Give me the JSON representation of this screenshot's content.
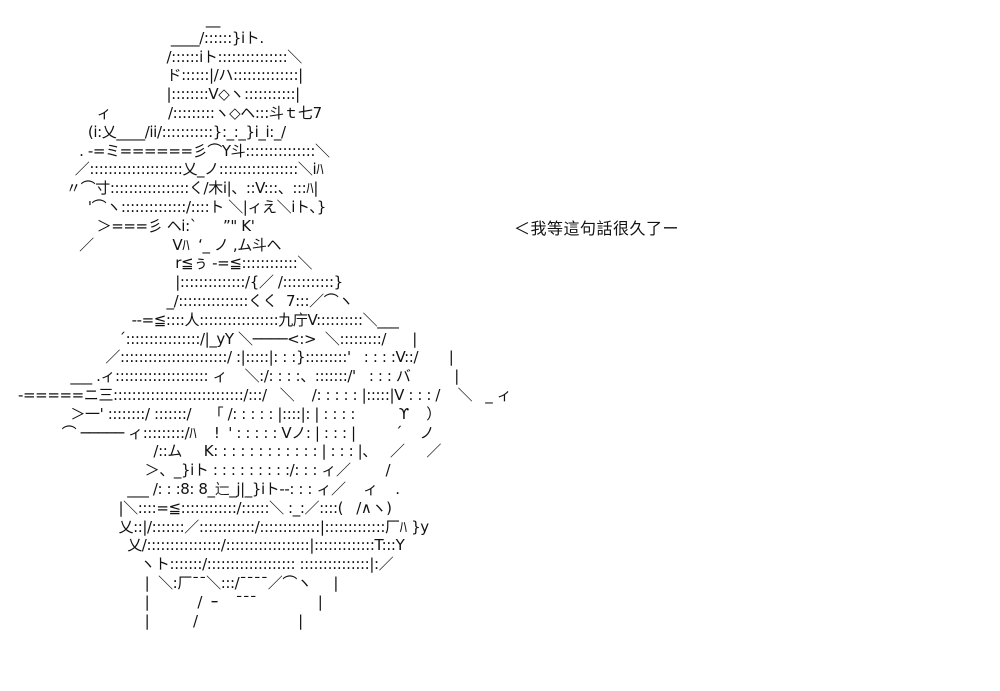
{
  "art": {
    "lines": [
      "                                           __",
      "                                   ____/::::::}iト.",
      "                                  /::::::iト:::::::::::::::＼",
      "                                  ド::::::|/ハ::::::::::::::|",
      "                                  |::::::::V◇ヽ:::::::::::|",
      "                  ィ             /:::::::::ヽ◇ヘ:::斗ｔ七7",
      "                (i:乂____/ii/:::::::::::}:_:_}i_i:_/",
      "              . -=ミ======彡⌒Y斗:::::::::::::::＼",
      "             ／::::::::::::::::::::乂_ノ:::::::::::::::::＼iﾊ",
      "           〃⌒寸:::::::::::::::::く/木i|、::V:::、:::ﾊ|",
      "                '⌒ヽ::::::::::::::/::::ト ＼|ィえ＼iト､}",
      "                  ＞===彡 ヘi:`      ”\" K'",
      "              ／                  Vﾊ  ‘_ ノ ,ム斗ヘ",
      "                                    r≦ぅ ‐=≦::::::::::::＼",
      "                                    |::::::::::::::/{／ /:::::::::::}",
      "                                  _/:::::::::::::::くく  7:::／⌒ヽ",
      "                          -‐=≦::::人:::::::::::::::::九庁V::::::::::＼___",
      "                       ´::::::::::::::::/|_yY ＼────<:>  ＼:::::::::/      |",
      "                    ／:::::::::::::::::::::::/ :|:::::|: : :}:::::::::'   : : : :V::/       |",
      "            ___ .ィ:::::::::::::::::::: ィ    ＼:/: : : :、:::::::/'   : : : バ          |",
      "-=====ニ三::::::::::::::::::::::::::::/:::/   ＼    /: : : : : |:::::|V : : : /    ＼   _ ィ",
      "            ＞一' ::::::::/ :::::::/    「 /: : : : : |::::|: | : : : :          ϒ    ）",
      "          ⌒ ───── ィ:::::::::/ﾊ    !  ' : : : : : Vノ: | : : : |         ´    ノ",
      "                               /::ム     K: : : : : : : : : : : : | : : : |、   ／     ／",
      "                             ＞、_}iト : : : : : : : : :/: : : ィ／        /",
      "                         ___ /: : :8: 8_辷_j|_}iト‐‐: : : ィ／    ィ    .",
      "                       |＼::::=≦::::::::::::/::::::＼ :_:／::::(   /∧ヽ)",
      "                       乂::|/:::::::／::::::::::::/:::::::::::::|:::::::::::::厂ﾊ }y",
      "                         乂/::::::::::::::::/::::::::::::::::::|:::::::::::::T:::Y",
      "                            ヽト:::::::/::::::::::::::::::: :::::::::::::::|:／",
      "                             |  ＼:厂¯¯＼:::/¯¯¯¯／⌒ヽ     |",
      "                             |           /  ｰ    ¯¯¯              |",
      "                             |          /                       |"
    ]
  },
  "speech": {
    "text": "＜我等這句話很久了ー"
  }
}
